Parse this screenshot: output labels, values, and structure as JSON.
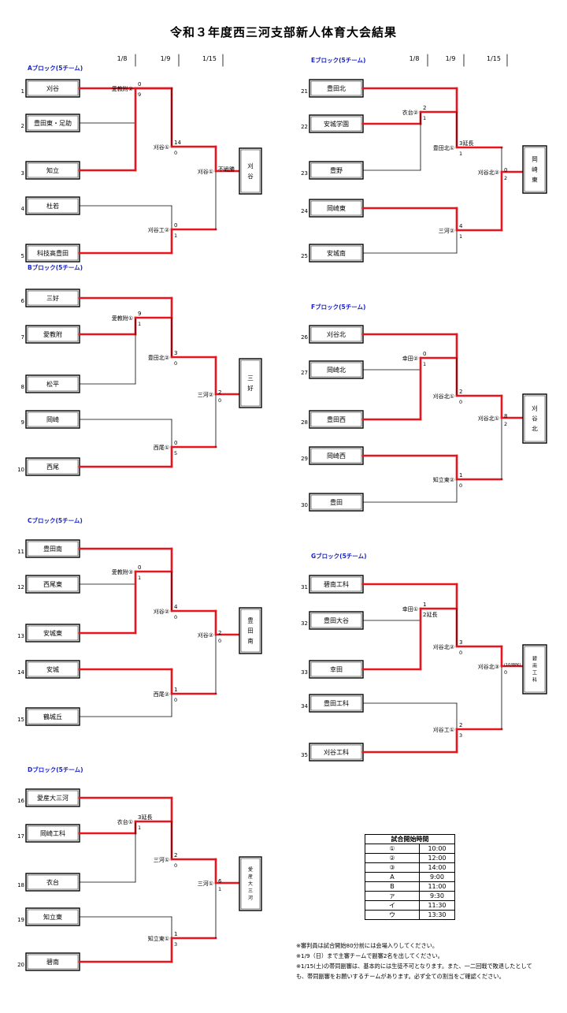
{
  "page": {
    "title": "令和３年度西三河支部新人体育大会結果"
  },
  "colors": {
    "win": "#e8141e",
    "line": "#000000",
    "header": "#1a23c8"
  },
  "round_headers": [
    "1/8",
    "1/9",
    "1/15"
  ],
  "blocks": [
    {
      "id": "A",
      "label": "Aブロック(5チーム)",
      "winner": "刈谷",
      "teams": [
        {
          "no": "1",
          "name": "刈谷"
        },
        {
          "no": "2",
          "name": "豊田東・足助"
        },
        {
          "no": "3",
          "name": "知立"
        },
        {
          "no": "4",
          "name": "杜若"
        },
        {
          "no": "5",
          "name": "科技高豊田"
        }
      ],
      "matches": [
        {
          "venue": "愛教附②",
          "s1": "0",
          "s2": "9"
        },
        {
          "venue": "刈谷①",
          "s1": "14",
          "s2": "0"
        },
        {
          "venue": "刈谷工②",
          "s1": "0",
          "s2": "1"
        },
        {
          "venue": "刈谷①",
          "s1": "不戦勝",
          "s2": ""
        }
      ]
    },
    {
      "id": "B",
      "label": "Bブロック(5チーム)",
      "winner": "三好",
      "teams": [
        {
          "no": "6",
          "name": "三好"
        },
        {
          "no": "7",
          "name": "愛教附"
        },
        {
          "no": "8",
          "name": "松平"
        },
        {
          "no": "9",
          "name": "岡崎"
        },
        {
          "no": "10",
          "name": "西尾"
        }
      ],
      "matches": [
        {
          "venue": "愛教附①",
          "s1": "9",
          "s2": "1"
        },
        {
          "venue": "豊田北②",
          "s1": "3",
          "s2": "0"
        },
        {
          "venue": "西尾①",
          "s1": "0",
          "s2": "5"
        },
        {
          "venue": "三河②",
          "s1": "2",
          "s2": "0"
        }
      ]
    },
    {
      "id": "C",
      "label": "Cブロック(5チーム)",
      "winner": "豊田南",
      "teams": [
        {
          "no": "11",
          "name": "豊田南"
        },
        {
          "no": "12",
          "name": "西尾東"
        },
        {
          "no": "13",
          "name": "安城東"
        },
        {
          "no": "14",
          "name": "安城"
        },
        {
          "no": "15",
          "name": "鶴城丘"
        }
      ],
      "matches": [
        {
          "venue": "愛教附③",
          "s1": "0",
          "s2": "1"
        },
        {
          "venue": "刈谷②",
          "s1": "4",
          "s2": "0"
        },
        {
          "venue": "西尾②",
          "s1": "1",
          "s2": "0"
        },
        {
          "venue": "刈谷②",
          "s1": "2",
          "s2": "0"
        }
      ]
    },
    {
      "id": "D",
      "label": "Dブロック(5チーム)",
      "winner": "愛産大三河",
      "teams": [
        {
          "no": "16",
          "name": "愛産大三河"
        },
        {
          "no": "17",
          "name": "岡崎工科"
        },
        {
          "no": "18",
          "name": "衣台"
        },
        {
          "no": "19",
          "name": "知立東"
        },
        {
          "no": "20",
          "name": "碧南"
        }
      ],
      "matches": [
        {
          "venue": "衣台①",
          "s1": "3延長",
          "s2": "1"
        },
        {
          "venue": "三河①",
          "s1": "2",
          "s2": "0"
        },
        {
          "venue": "知立東①",
          "s1": "1",
          "s2": "3"
        },
        {
          "venue": "三河①",
          "s1": "6",
          "s2": "1"
        }
      ]
    },
    {
      "id": "E",
      "label": "Eブロック(5チーム)",
      "winner": "岡崎東",
      "teams": [
        {
          "no": "21",
          "name": "豊田北"
        },
        {
          "no": "22",
          "name": "安城学園"
        },
        {
          "no": "23",
          "name": "豊野"
        },
        {
          "no": "24",
          "name": "岡崎東"
        },
        {
          "no": "25",
          "name": "安城南"
        }
      ],
      "matches": [
        {
          "venue": "衣台②",
          "s1": "2",
          "s2": "1"
        },
        {
          "venue": "豊田北①",
          "s1": "3延長",
          "s2": "1"
        },
        {
          "venue": "三河②",
          "s1": "4",
          "s2": "1"
        },
        {
          "venue": "刈谷北②",
          "s1": "0",
          "s2": "2"
        }
      ]
    },
    {
      "id": "F",
      "label": "Fブロック(5チーム)",
      "winner": "刈谷北",
      "teams": [
        {
          "no": "26",
          "name": "刈谷北"
        },
        {
          "no": "27",
          "name": "岡崎北"
        },
        {
          "no": "28",
          "name": "豊田西"
        },
        {
          "no": "29",
          "name": "岡崎西"
        },
        {
          "no": "30",
          "name": "豊田"
        }
      ],
      "matches": [
        {
          "venue": "幸田②",
          "s1": "0",
          "s2": "1"
        },
        {
          "venue": "刈谷北①",
          "s1": "2",
          "s2": "0"
        },
        {
          "venue": "知立東②",
          "s1": "1",
          "s2": "0"
        },
        {
          "venue": "刈谷北①",
          "s1": "8",
          "s2": "2"
        }
      ]
    },
    {
      "id": "G",
      "label": "Gブロック(5チーム)",
      "winner": "碧南工科",
      "teams": [
        {
          "no": "31",
          "name": "碧南工科"
        },
        {
          "no": "32",
          "name": "豊田大谷"
        },
        {
          "no": "33",
          "name": "幸田"
        },
        {
          "no": "34",
          "name": "豊田工科"
        },
        {
          "no": "35",
          "name": "刈谷工科"
        }
      ],
      "matches": [
        {
          "venue": "幸田①",
          "s1": "1",
          "s2": "2延長"
        },
        {
          "venue": "刈谷北②",
          "s1": "3",
          "s2": "0"
        },
        {
          "venue": "刈谷工①",
          "s1": "2",
          "s2": "3"
        },
        {
          "venue": "刈谷北③",
          "s1": "(10/8PK)",
          "s2": "0"
        }
      ]
    }
  ],
  "schedule": {
    "title": "試合開始時間",
    "rows": [
      {
        "key": "①",
        "time": "10:00"
      },
      {
        "key": "②",
        "time": "12:00"
      },
      {
        "key": "③",
        "time": "14:00"
      },
      {
        "key": "A",
        "time": "9:00"
      },
      {
        "key": "B",
        "time": "11:00"
      },
      {
        "key": "ァ",
        "time": "9:30"
      },
      {
        "key": "イ",
        "time": "11:30"
      },
      {
        "key": "ウ",
        "time": "13:30"
      }
    ]
  },
  "notes": [
    "※審判員は試合開始80分前には会場入りしてください。",
    "※1/9（日）まで主審チームで副審2名を出してください。",
    "※1/15(土)の帯同副審は、基本的には生徒不可となります。また、一二回戦で敗退したとしても、帯同副審をお願いするチームがあります。必ず全ての割当をご確認ください。"
  ]
}
